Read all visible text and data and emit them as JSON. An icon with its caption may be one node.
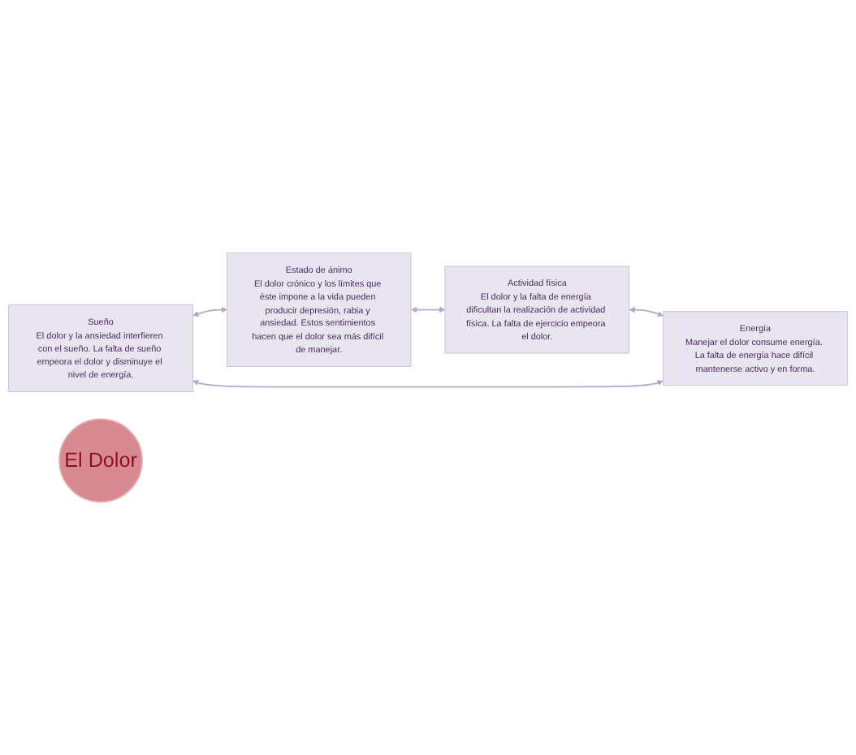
{
  "diagram": {
    "nodes": [
      {
        "text": [
          "Sueño",
          "El dolor y la ansiedad interfieren con el sueño. La falta de sueño empeora el dolor y disminuye el nivel de energía."
        ]
      },
      {
        "text": [
          "Energía",
          "Manejar el dolor consume energía. La falta de energía hace difícil mantenerse activo y en forma."
        ]
      },
      {
        "text": [
          "El Dolor"
        ]
      },
      {
        "text": [
          "Estado de ánimo",
          "El dolor crónico y los límites que éste impone a la vida pueden producir depresión, rabia y ansiedad. Estos sentimientos hacen que el dolor sea más difícil de manejar."
        ]
      },
      {
        "text": [
          "Actividad física",
          "El dolor y la falta de energía dificultan la realización de actividad física. La falta de ejercicio empeora el dolor."
        ]
      }
    ],
    "edges": [
      {
        "from": 1,
        "to": 0,
        "arrow": "both"
      },
      {
        "from": 0,
        "to": 3,
        "arrow": "both"
      },
      {
        "from": 3,
        "to": 4,
        "arrow": "both"
      },
      {
        "from": 4,
        "to": 1,
        "arrow": "both"
      }
    ]
  }
}
